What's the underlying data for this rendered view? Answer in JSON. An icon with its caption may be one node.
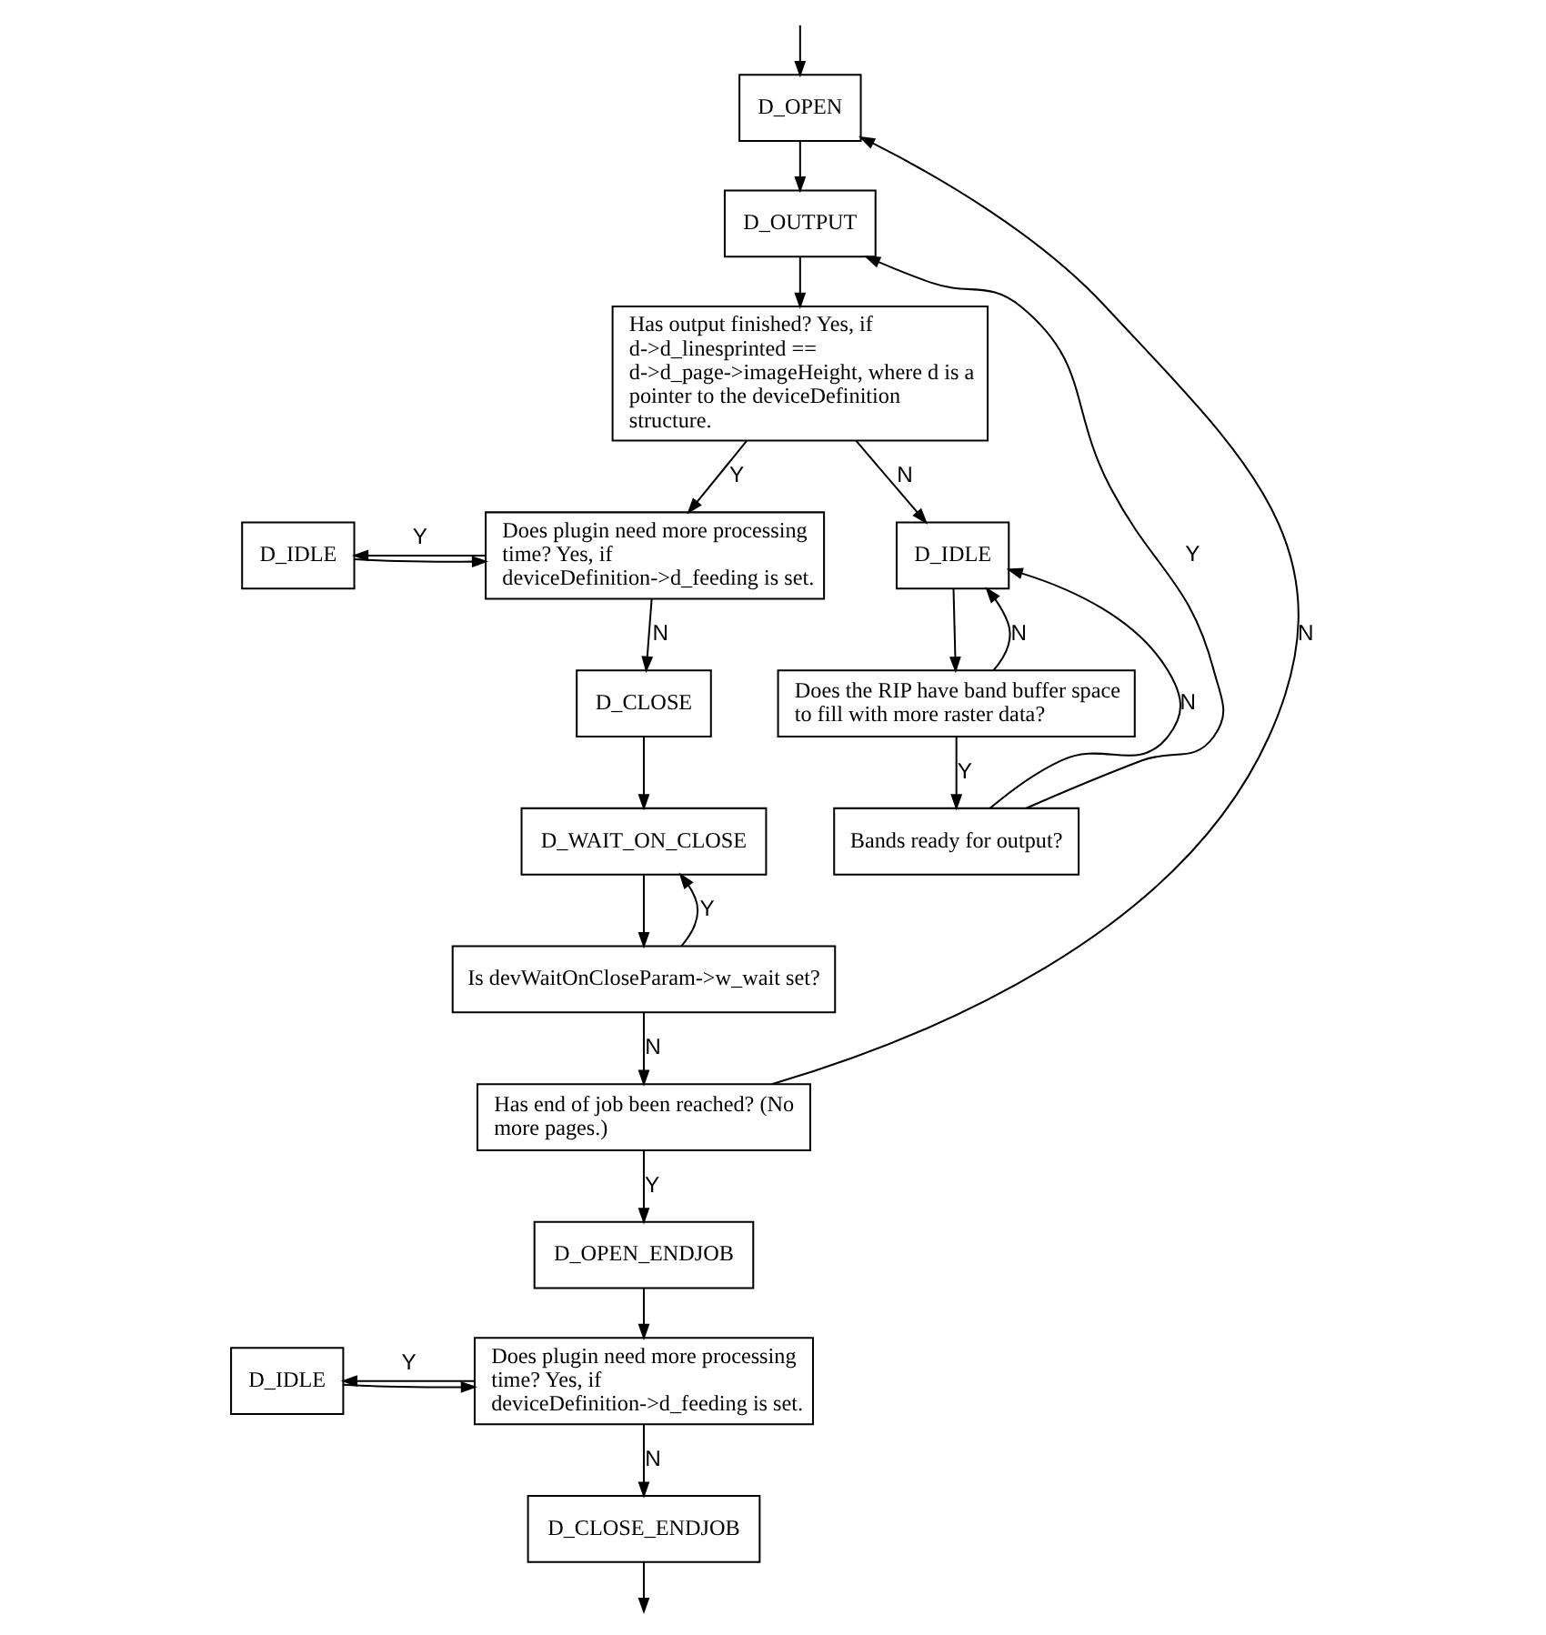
{
  "diagram": {
    "nodes": [
      {
        "text": [
          "D_OPEN"
        ]
      },
      {
        "text": [
          "D_OUTPUT"
        ]
      },
      {
        "text": [
          "Has output finished? Yes, if d->d_linesprinted == d->d_page->imageHeight, where d is a pointer to the deviceDefinition structure."
        ]
      },
      {
        "text": [
          "D_IDLE"
        ]
      },
      {
        "text": [
          "Does plugin need more processing time? Yes, if deviceDefinition->d_feeding is set."
        ]
      },
      {
        "text": [
          "D_IDLE"
        ]
      },
      {
        "text": [
          "Does the RIP have band buffer space to fill with more raster data?"
        ]
      },
      {
        "text": [
          "Bands ready for output?"
        ]
      },
      {
        "text": [
          "D_CLOSE"
        ]
      },
      {
        "text": [
          "D_WAIT_ON_CLOSE"
        ]
      },
      {
        "text": [
          "Is devWaitOnCloseParam->w_wait set?"
        ]
      },
      {
        "text": [
          "Has end of job been reached? (No more pages.)"
        ]
      },
      {
        "text": [
          "D_OPEN_ENDJOB"
        ]
      },
      {
        "text": [
          "D_IDLE"
        ]
      },
      {
        "text": [
          "Does plugin need more processing time? Yes, if deviceDefinition->d_feeding is set."
        ]
      },
      {
        "text": [
          "D_CLOSE_ENDJOB"
        ]
      }
    ],
    "edges": [
      {
        "from": null,
        "to": 0,
        "arrow": "to"
      },
      {
        "from": 0,
        "to": 1,
        "arrow": "to"
      },
      {
        "from": 1,
        "to": 2,
        "arrow": "to"
      },
      {
        "from": 2,
        "to": 4,
        "arrow": "to",
        "label": "Y"
      },
      {
        "from": 2,
        "to": 5,
        "arrow": "to",
        "label": "N"
      },
      {
        "from": 3,
        "to": 4,
        "arrow": "to"
      },
      {
        "from": 4,
        "to": 3,
        "arrow": "to",
        "label": "Y"
      },
      {
        "from": 4,
        "to": 8,
        "arrow": "to",
        "label": "N"
      },
      {
        "from": 5,
        "to": 6,
        "arrow": "to"
      },
      {
        "from": 6,
        "to": 5,
        "arrow": "to",
        "label": "N"
      },
      {
        "from": 6,
        "to": 7,
        "arrow": "to",
        "label": "Y"
      },
      {
        "from": 7,
        "to": 5,
        "arrow": "to",
        "label": "N"
      },
      {
        "from": 7,
        "to": 1,
        "arrow": "to",
        "label": "Y"
      },
      {
        "from": 8,
        "to": 9,
        "arrow": "to"
      },
      {
        "from": 9,
        "to": 10,
        "arrow": "to"
      },
      {
        "from": 10,
        "to": 9,
        "arrow": "to",
        "label": "Y"
      },
      {
        "from": 10,
        "to": 11,
        "arrow": "to",
        "label": "N"
      },
      {
        "from": 11,
        "to": 0,
        "arrow": "to",
        "label": "N"
      },
      {
        "from": 11,
        "to": 12,
        "arrow": "to",
        "label": "Y"
      },
      {
        "from": 12,
        "to": 14,
        "arrow": "to"
      },
      {
        "from": 13,
        "to": 14,
        "arrow": "to"
      },
      {
        "from": 14,
        "to": 13,
        "arrow": "to",
        "label": "Y"
      },
      {
        "from": 14,
        "to": 15,
        "arrow": "to",
        "label": "N"
      },
      {
        "from": 15,
        "to": null,
        "arrow": "to"
      }
    ]
  }
}
